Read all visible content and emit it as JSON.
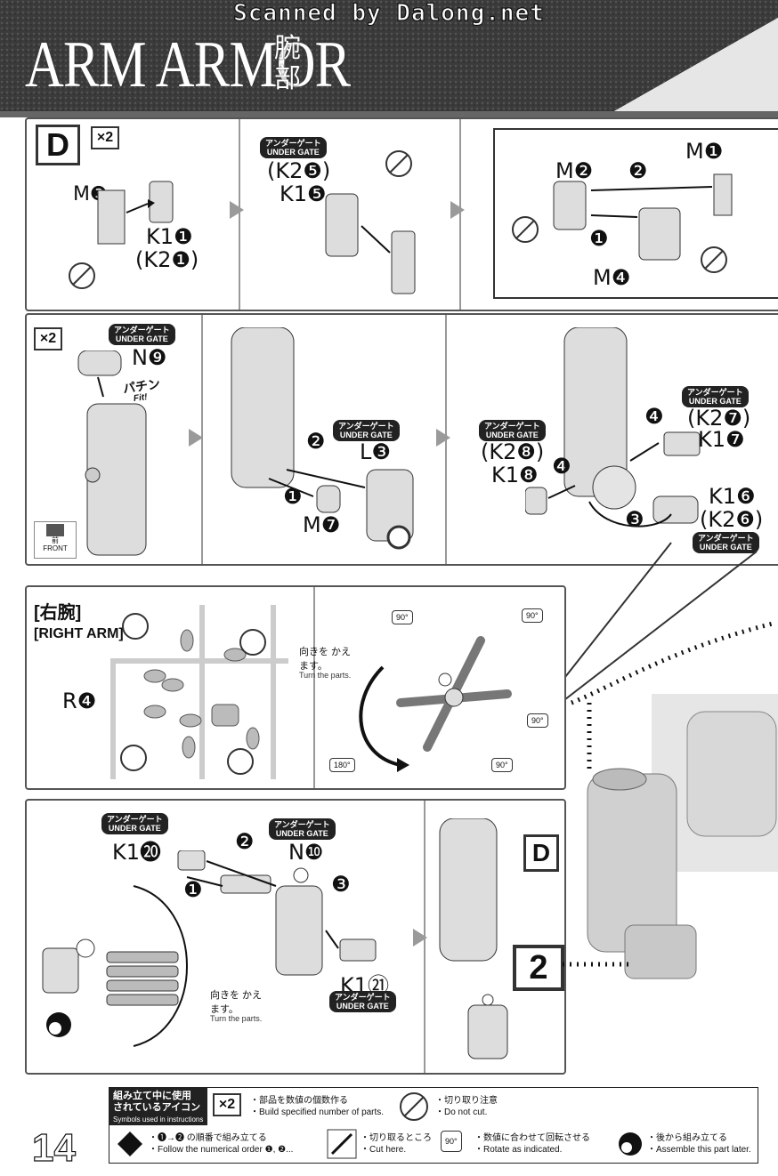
{
  "watermark": "Scanned by Dalong.net",
  "header": {
    "title": "ARM ARMOR",
    "title_jp": "腕部"
  },
  "panel_d": {
    "box": "D",
    "mult": "×2",
    "step1": {
      "m3": "M❸",
      "k1": "K1❶",
      "k2": "(K2❶)"
    },
    "step2": {
      "ug_jp": "アンダーゲート",
      "ug_en": "UNDER GATE",
      "k2": "(K2❺)",
      "k1": "K1❺"
    },
    "step3": {
      "m1": "M❶",
      "m2": "M❷",
      "m4": "M❹",
      "n2": "❷",
      "n1": "❶"
    }
  },
  "panel_2": {
    "mult": "×2",
    "ug_jp": "アンダーゲート",
    "ug_en": "UNDER GATE",
    "n9": "N❾",
    "snap_jp": "パチン",
    "snap_en": "Fit!",
    "front_jp": "前",
    "front_en": "FRONT",
    "l3": "L❸",
    "m7": "M❼",
    "s2": "❷",
    "s1": "❶",
    "k2_8": "(K2❽)",
    "k1_8": "K1❽",
    "k2_7": "(K2❼)",
    "k1_7": "K1❼",
    "k1_6": "K1❻",
    "k2_6": "(K2❻)",
    "s4a": "❹",
    "s4b": "❹",
    "s3": "❸"
  },
  "panel_right_arm": {
    "title_jp": "[右腕]",
    "title_en": "[RIGHT ARM]",
    "r4": "R❹",
    "turn_jp": "向きを かえます。",
    "turn_en": "Turn the parts.",
    "deg90a": "90°",
    "deg90b": "90°",
    "deg90c": "90°",
    "deg90d": "90°",
    "deg180": "180°"
  },
  "panel_hand": {
    "k1_20": "K1⓴",
    "n10": "N❿",
    "k1_21": "K1㉑",
    "s1": "❶",
    "s2": "❷",
    "s3": "❸",
    "turn_jp": "向きを かえます。",
    "turn_en": "Turn the parts.",
    "box_d": "D",
    "box_2": "2"
  },
  "legend": {
    "head_jp": "組み立て中に使用 されているアイコン",
    "head_en": "Symbols used in instructions",
    "x2": "×2",
    "x2_jp": "・部品を数値の個数作る",
    "x2_en": "・Build specified number of parts.",
    "nocut_jp": "・切り取り注意",
    "nocut_en": "・Do not cut.",
    "order_jp": "・❶→❷ の順番で組み立てる",
    "order_en": "・Follow the numerical order ❶, ❷...",
    "cut_jp": "・切り取るところ",
    "cut_en": "・Cut here.",
    "rot_jp": "・数値に合わせて回転させる",
    "rot_en": "・Rotate as indicated.",
    "rot_icon": "90°",
    "later_jp": "・後から組み立てる",
    "later_en": "・Assemble this part later."
  },
  "page_number": "14",
  "colors": {
    "header_band": "#3a3a3a",
    "panel_border": "#555555",
    "arrow": "#9a9a9a",
    "page_bg": "#ffffff"
  }
}
